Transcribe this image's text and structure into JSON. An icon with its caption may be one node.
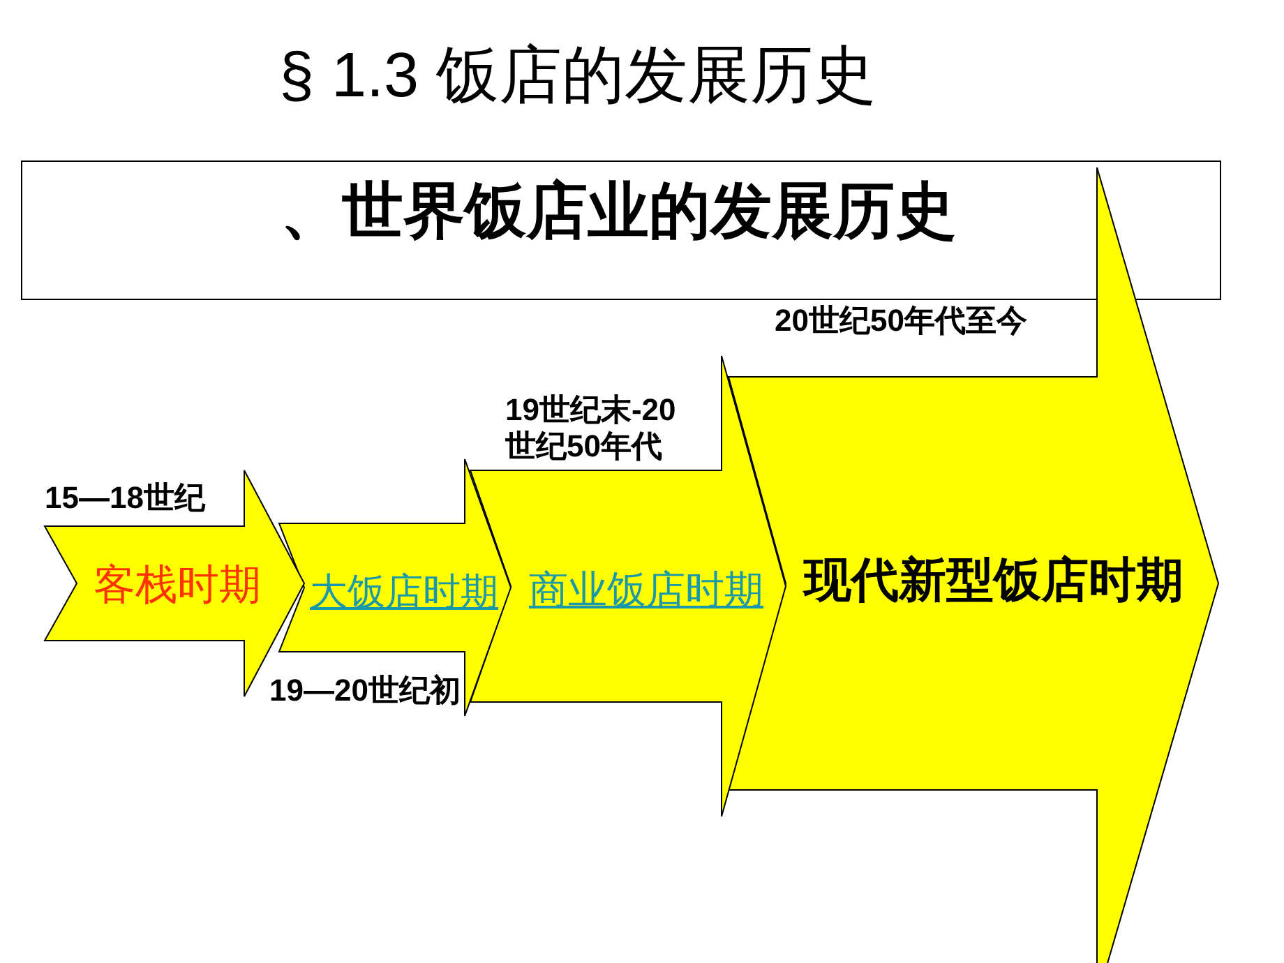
{
  "diagram": {
    "title": "§ 1.3 饭店的发展历史",
    "nodes": [
      {
        "text": [
          "、世界饭店业的发展历史"
        ]
      },
      {
        "text": [
          "客栈时期"
        ],
        "beside": [
          "15—18世纪"
        ]
      },
      {
        "text": [
          "大饭店时期"
        ],
        "beside": [
          "19—20世纪初"
        ]
      },
      {
        "text": [
          "商业饭店时期"
        ],
        "beside": [
          "19世纪末-20世纪50年代"
        ]
      },
      {
        "text": [
          "现代新型饭店时期"
        ],
        "beside": [
          "20世纪50年代至今"
        ]
      }
    ]
  }
}
